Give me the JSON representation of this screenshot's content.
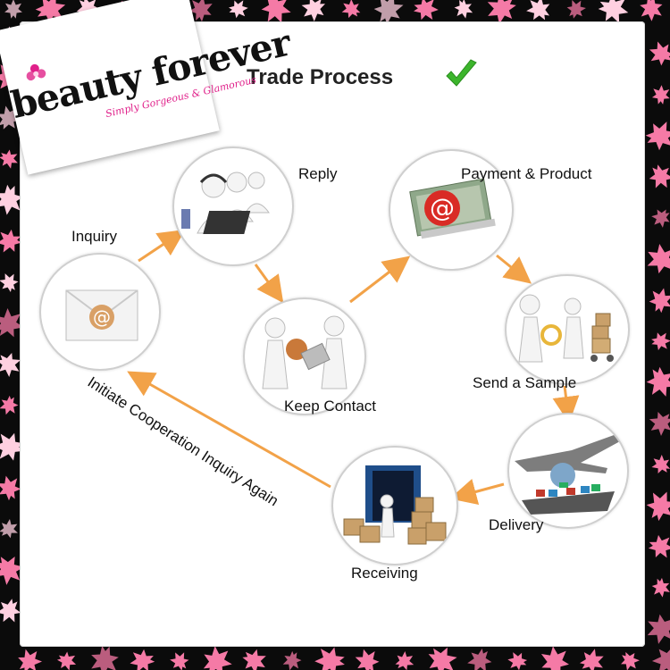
{
  "header": {
    "title": "Trade Process",
    "check_icon": "check-mark-icon"
  },
  "logo": {
    "brand": "beauty forever",
    "tagline": "Simply Gorgeous & Glamorous"
  },
  "colors": {
    "arrow": "#f2a248",
    "frame": "#0b0b0b",
    "leaf_pink": "#f57aa6",
    "check_green": "#3cb52c",
    "tagline_pink": "#e0208a"
  },
  "steps": [
    {
      "id": "inquiry",
      "label": "Inquiry",
      "icon": "envelope-at-icon"
    },
    {
      "id": "reply",
      "label": "Reply",
      "icon": "call-center-icon"
    },
    {
      "id": "keep-contact",
      "label": "Keep Contact",
      "icon": "handshake-figures-icon"
    },
    {
      "id": "payment",
      "label": "Payment & Product",
      "icon": "money-at-icon"
    },
    {
      "id": "sample",
      "label": "Send a Sample",
      "icon": "sample-cart-icon"
    },
    {
      "id": "delivery",
      "label": "Delivery",
      "icon": "airplane-ship-icon"
    },
    {
      "id": "receiving",
      "label": "Receiving",
      "icon": "container-boxes-icon"
    }
  ],
  "loop_label": "Initiate Cooperation Inquiry Again"
}
